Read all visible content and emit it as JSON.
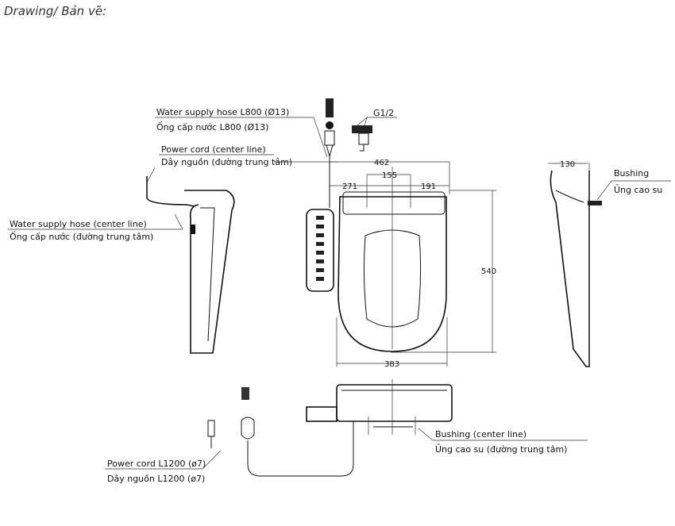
{
  "title": "Drawing/ Bản vẽ:",
  "labels": {
    "water_hose_l800_en": "Water supply hose L800 (Ø13)",
    "water_hose_l800_vi": "Ống cấp nước L800 (Ø13)",
    "power_cord_center_en": "Power cord (center line)",
    "power_cord_center_vi": "Dây nguồn (đường trung tâm)",
    "water_hose_center_en": "Water supply hose (center line)",
    "water_hose_center_vi": "Ống cấp nước (đường trung tâm)",
    "thread": "G1/2",
    "bushing_en": "Bushing",
    "bushing_vi": "Ủng cao su",
    "bushing_center_en": "Bushing (center line)",
    "bushing_center_vi": "Ủng cao su (đường trung tâm)",
    "power_cord_l1200_en": "Power cord L1200 (ø7)",
    "power_cord_l1200_vi": "Dây nguồn L1200 (ø7)"
  },
  "dimensions": {
    "width_total": "462",
    "bushing_spacing": "155",
    "left_offset": "271",
    "right_offset": "191",
    "length": "540",
    "seat_width": "383",
    "depth": "130"
  }
}
